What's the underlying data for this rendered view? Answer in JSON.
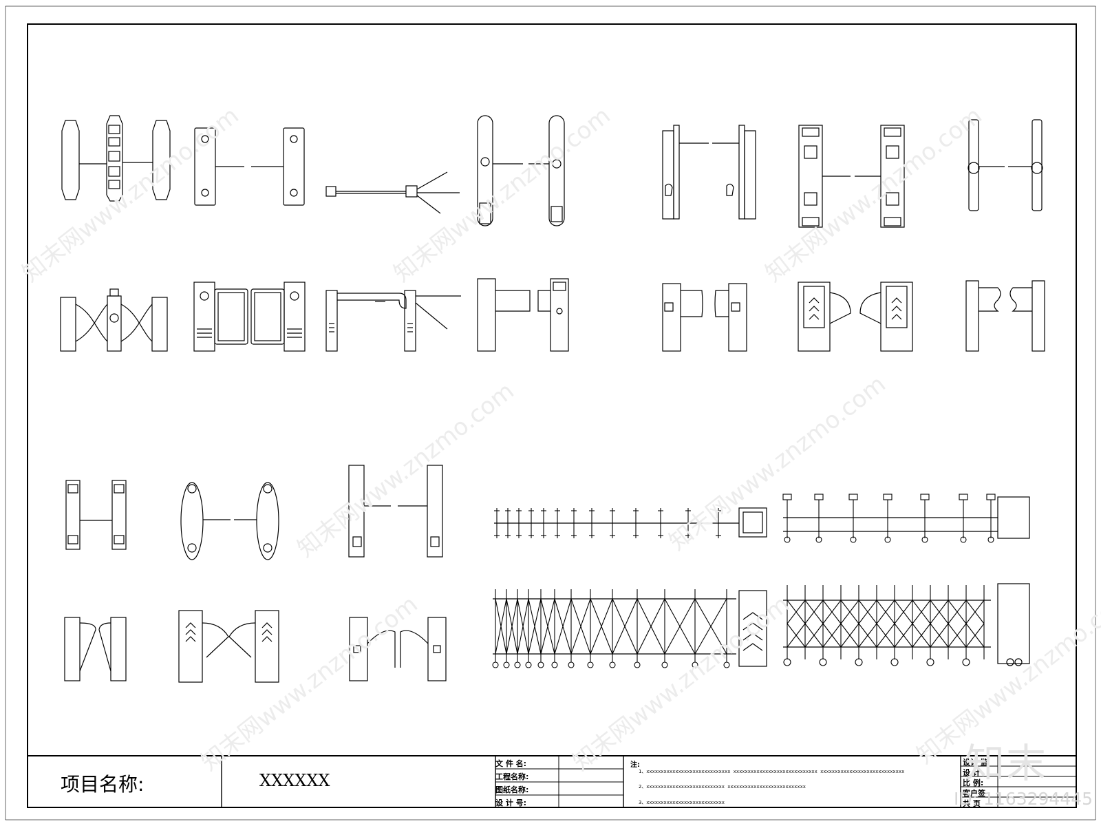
{
  "title_block": {
    "project_label": "项目名称:",
    "project_value": "XXXXXX",
    "fields": [
      "文 件 名:",
      "工程名称:",
      "图纸名称:",
      "设 计 号:"
    ],
    "notes_label": "注:",
    "notes": [
      "1、xxxxxxxxxxxxxxxxxxxxxxxxxxxxx    xxxxxxxxxxxxxxxxxxxxxxxxxxxxx    xxxxxxxxxxxxxxxxxxxxxxxxxxxxx",
      "2、xxxxxxxxxxxxxxxxxxxxxxxxxxx     xxxxxxxxxxxxxxxxxxxxxxxxxxx",
      "3、xxxxxxxxxxxxxxxxxxxxxxxxxxx"
    ],
    "right_fields": [
      "设计 监",
      "设 计",
      "比  例:",
      "客户签",
      "共      页"
    ]
  },
  "watermarks": {
    "logo": "知末",
    "id": "ID: 1163294445",
    "diagonal": "知末网www.znzmo.com"
  },
  "colors": {
    "line": "#000000",
    "watermark": "#e6e6e6"
  }
}
